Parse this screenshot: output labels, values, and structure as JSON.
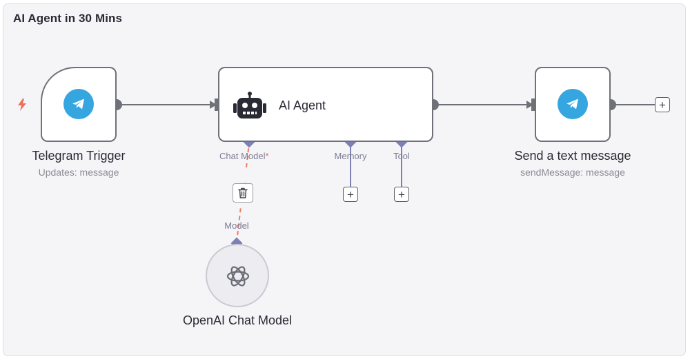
{
  "workflow": {
    "title": "AI Agent in 30 Mins"
  },
  "nodes": {
    "telegram_trigger": {
      "label": "Telegram Trigger",
      "subtitle": "Updates: message",
      "icon": "telegram-icon"
    },
    "ai_agent": {
      "label": "AI Agent",
      "icon": "robot-icon",
      "ports": {
        "chat_model": "Chat Model",
        "chat_model_required": "*",
        "memory": "Memory",
        "tool": "Tool"
      }
    },
    "send_message": {
      "label": "Send a text message",
      "subtitle": "sendMessage: message",
      "icon": "telegram-icon"
    },
    "openai_model": {
      "label": "OpenAI Chat Model",
      "port": "Model",
      "icon": "openai-icon"
    }
  },
  "buttons": {
    "plus": "+"
  },
  "colors": {
    "canvas_bg": "#f5f5f8",
    "telegram": "#35a6e0",
    "sub_port": "#7c80b5",
    "active_link": "#ef7b63",
    "trigger_bolt": "#ef6f58"
  }
}
